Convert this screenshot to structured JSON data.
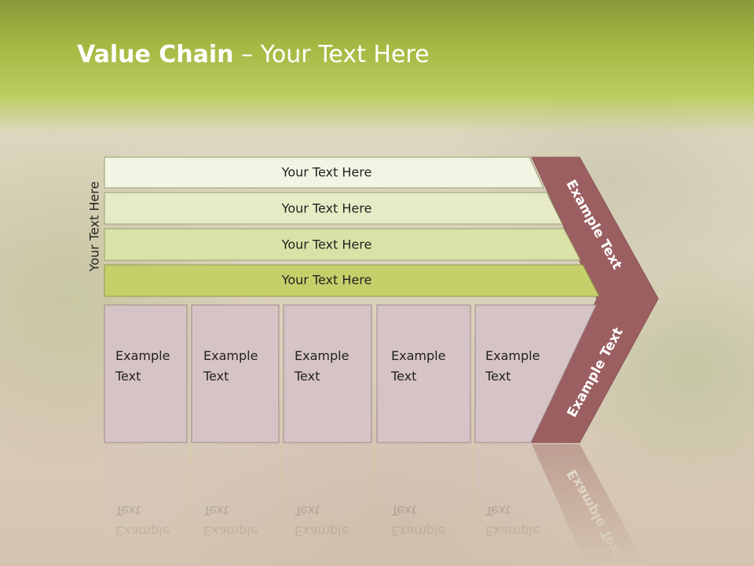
{
  "slide": {
    "title_bold": "Value Chain",
    "title_rest": " – Your Text Here",
    "side_label": "Your Text Here"
  },
  "bars": [
    {
      "label": "Your Text Here",
      "color": "#f2f4e4"
    },
    {
      "label": "Your Text Here",
      "color": "#e6ebc6"
    },
    {
      "label": "Your Text Here",
      "color": "#dbe2a7"
    },
    {
      "label": "Your Text Here",
      "color": "#c5d06a"
    }
  ],
  "boxes": [
    {
      "line1": "Example",
      "line2": "Text"
    },
    {
      "line1": "Example",
      "line2": "Text"
    },
    {
      "line1": "Example",
      "line2": "Text"
    },
    {
      "line1": "Example",
      "line2": "Text"
    },
    {
      "line1": "Example",
      "line2": "Text"
    }
  ],
  "arrow": {
    "upper_text": "Example Text",
    "lower_text": "Example Text",
    "color": "#9c5f61"
  },
  "colors": {
    "box_fill": "#d6c3c5",
    "header_green": "#a7b743"
  }
}
